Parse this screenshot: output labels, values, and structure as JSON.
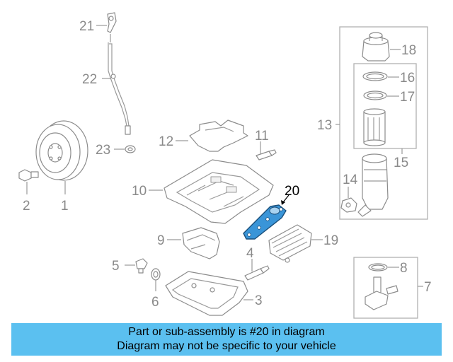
{
  "diagram": {
    "callouts": {
      "c1": "1",
      "c2": "2",
      "c3": "3",
      "c4": "4",
      "c5": "5",
      "c6": "6",
      "c7": "7",
      "c8": "8",
      "c9": "9",
      "c10": "10",
      "c11": "11",
      "c12": "12",
      "c13": "13",
      "c14": "14",
      "c15": "15",
      "c16": "16",
      "c17": "17",
      "c18": "18",
      "c19": "19",
      "c20": "20",
      "c21": "21",
      "c22": "22",
      "c23": "23"
    },
    "highlighted_part": "20",
    "highlight_color": "#3a95d8"
  },
  "banner": {
    "line1": "Part or sub-assembly is #20 in diagram",
    "line2": "Diagram may not be specific to your vehicle",
    "background": "#5bc0f0"
  }
}
